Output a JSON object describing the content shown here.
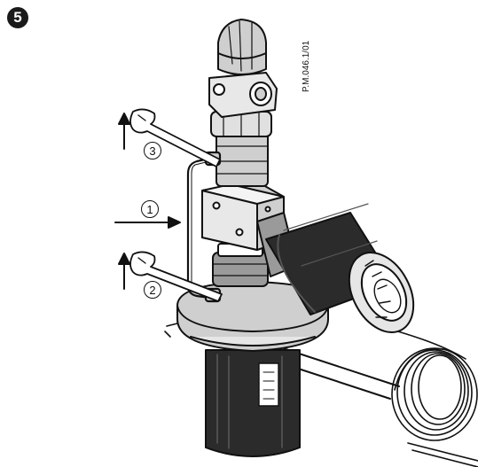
{
  "step": {
    "number": "5"
  },
  "drawing_code": "P.M.046.1/01",
  "callouts": [
    {
      "id": "1",
      "label": "1"
    },
    {
      "id": "2",
      "label": "2"
    },
    {
      "id": "3",
      "label": "3"
    }
  ],
  "colors": {
    "ink": "#111111",
    "light_gray": "#cfcfcf",
    "mid_gray": "#9a9a9a",
    "dark": "#2b2b2b"
  },
  "icons": [
    "wrench-icon",
    "arrow-up-icon",
    "arrow-right-icon",
    "capillary-coil-icon"
  ]
}
